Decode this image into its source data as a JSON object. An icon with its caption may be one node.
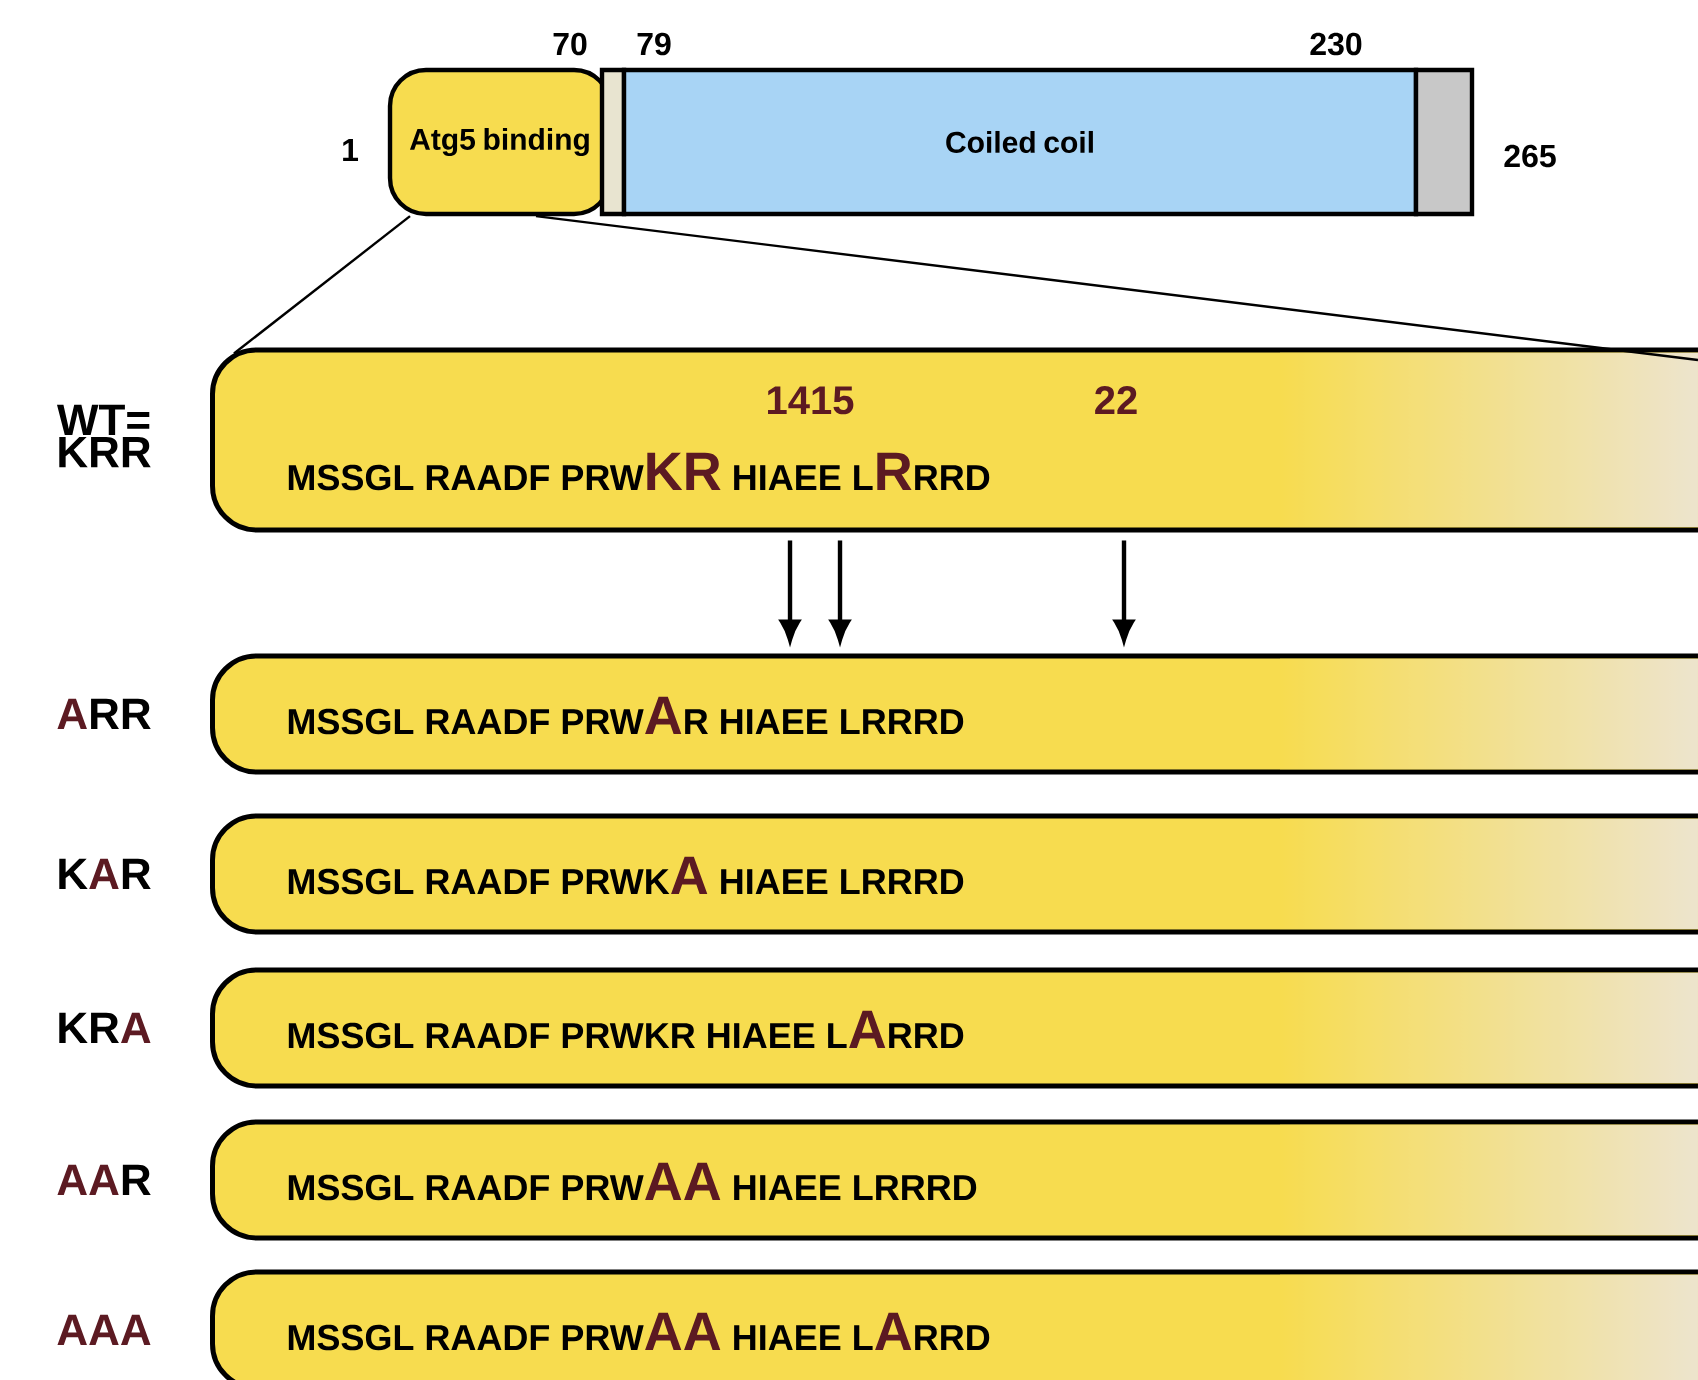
{
  "diagram": {
    "nodes": [
      {
        "text": [
          "Atg5 binding"
        ]
      },
      {
        "text": [],
        "shape": "box"
      },
      {
        "text": [
          "Coiled coil"
        ]
      },
      {
        "text": [],
        "shape": "box"
      },
      {
        "text": [
          "1415",
          "22",
          "MSSGL RAADF PRW**KR** HIAEE L**R**RRD"
        ],
        "beside": [
          "WT= KRR"
        ]
      },
      {
        "text": [
          "MSSGL RAADF PRW**A**R HIAEE LRRRD"
        ],
        "beside": [
          "**A**RR"
        ]
      },
      {
        "text": [
          "MSSGL RAADF PRWK**A** HIAEE LRRRD"
        ],
        "beside": [
          "K**A**R"
        ]
      },
      {
        "text": [
          "MSSGL RAADF PRWKR HIAEE L**A**RRD"
        ],
        "beside": [
          "KR**A**"
        ]
      },
      {
        "text": [
          "MSSGL RAADF PRW**AA** HIAEE LRRRD"
        ],
        "beside": [
          "**AA**R"
        ]
      },
      {
        "text": [
          "MSSGL RAADF PRW**AA** HIAEE L**A**RRD"
        ],
        "beside": [
          "**AAA**"
        ]
      }
    ],
    "edges": [
      {
        "from": 0,
        "to": 4,
        "arrow": "none"
      },
      {
        "from": 0,
        "to": 4,
        "arrow": "none"
      },
      {
        "from": 4,
        "to": 5,
        "arrow": "to"
      },
      {
        "from": 4,
        "to": 5,
        "arrow": "to"
      },
      {
        "from": 4,
        "to": 5,
        "arrow": "to"
      }
    ],
    "labels": [
      "70",
      "79",
      "230",
      "1",
      "265"
    ]
  }
}
